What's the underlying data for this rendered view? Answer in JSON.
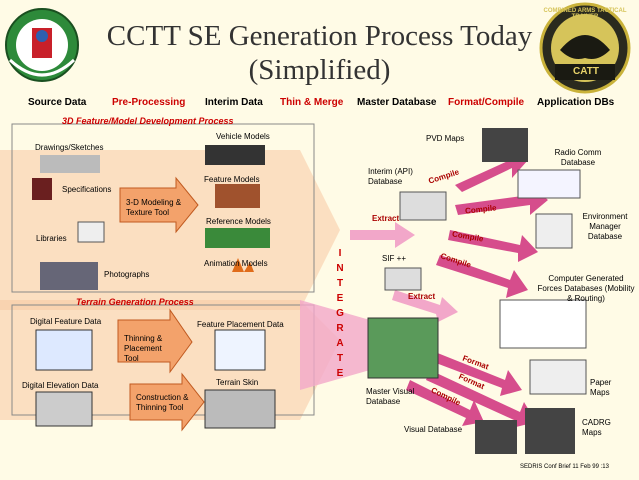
{
  "title": {
    "line1": "CCTT SE Generation Process Today",
    "line2": "(Simplified)"
  },
  "stages": [
    "Source Data",
    "Pre-Processing",
    "Interim Data",
    "Thin & Merge",
    "Master Database",
    "Format/Compile",
    "Application DBs"
  ],
  "colors": {
    "stage_red": "#cc0000",
    "arrow_orange": "#f3a26b",
    "arrow_pink": "#d64d8c",
    "background": "#fffbe6"
  },
  "section1": {
    "heading": "3D Feature/Model Development Process",
    "sources": [
      "Drawings/Sketches",
      "Specifications",
      "Libraries",
      "Photographs"
    ],
    "tool": "3-D Modeling & Texture Tool",
    "models": [
      "Vehicle Models",
      "Feature Models",
      "Reference Models",
      "Animation Models"
    ]
  },
  "section2": {
    "heading": "Terrain Generation Process",
    "sources": [
      "Digital Feature Data",
      "Digital Elevation Data"
    ],
    "tools": [
      "Thinning & Placement Tool",
      "Construction & Thinning Tool"
    ],
    "outputs": [
      "Feature Placement Data",
      "Terrain Skin"
    ]
  },
  "integrate": [
    "I",
    "N",
    "T",
    "E",
    "G",
    "R",
    "A",
    "T",
    "E"
  ],
  "master": {
    "interim": "Interim (API) Database",
    "sif": "SIF ++",
    "visual": "Master Visual Database",
    "extract": "Extract"
  },
  "arrow_labels": [
    "Compile",
    "Compile",
    "Compile",
    "Compile",
    "Format",
    "Format",
    "Compile"
  ],
  "apps": {
    "pvd": "PVD Maps",
    "radio": "Radio Comm Database",
    "env": "Environment Manager Database",
    "cgf": "Computer Generated Forces Databases (Mobility & Routing)",
    "paper": "Paper Maps",
    "cadrg": "CADRG Maps",
    "visualdb": "Visual Database"
  },
  "logos": {
    "right": "CATT",
    "right_ring": "COMBINED ARMS TACTICAL TRAINER"
  },
  "footer": "SEDRIS Conf Brief 11 Feb 99 :13"
}
